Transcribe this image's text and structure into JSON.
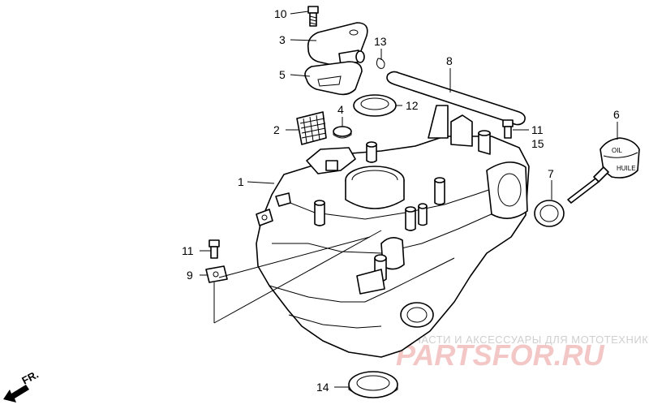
{
  "callouts": [
    "10",
    "3",
    "5",
    "13",
    "8",
    "12",
    "4",
    "2",
    "11",
    "15",
    "6",
    "7",
    "1",
    "11",
    "9",
    "14"
  ],
  "direction_label": "FR.",
  "oil_cap_text": [
    "OIL",
    "HUILE"
  ],
  "watermark": {
    "caption": "ЗАПЧАСТИ И АКСЕССУАРЫ ДЛЯ МОТОТЕХНИКИ",
    "brand": "PARTSFOR.RU"
  }
}
